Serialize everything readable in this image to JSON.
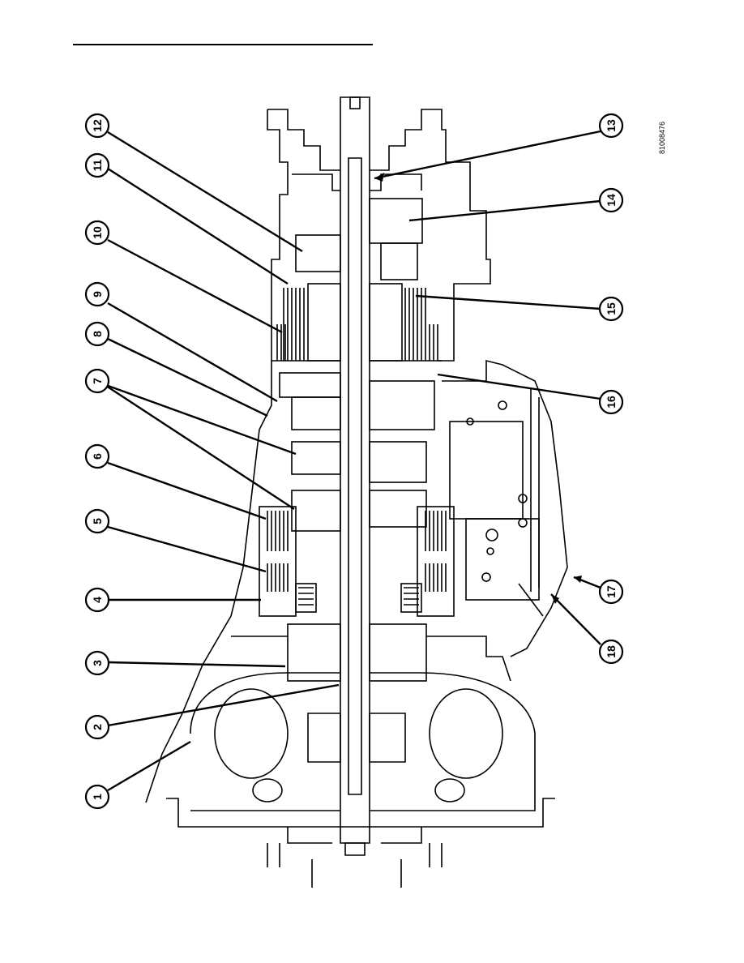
{
  "figure_id": "81008476",
  "callouts": [
    "1",
    "2",
    "3",
    "4",
    "5",
    "6",
    "7",
    "8",
    "9",
    "10",
    "11",
    "12",
    "13",
    "14",
    "15",
    "16",
    "17",
    "18"
  ]
}
